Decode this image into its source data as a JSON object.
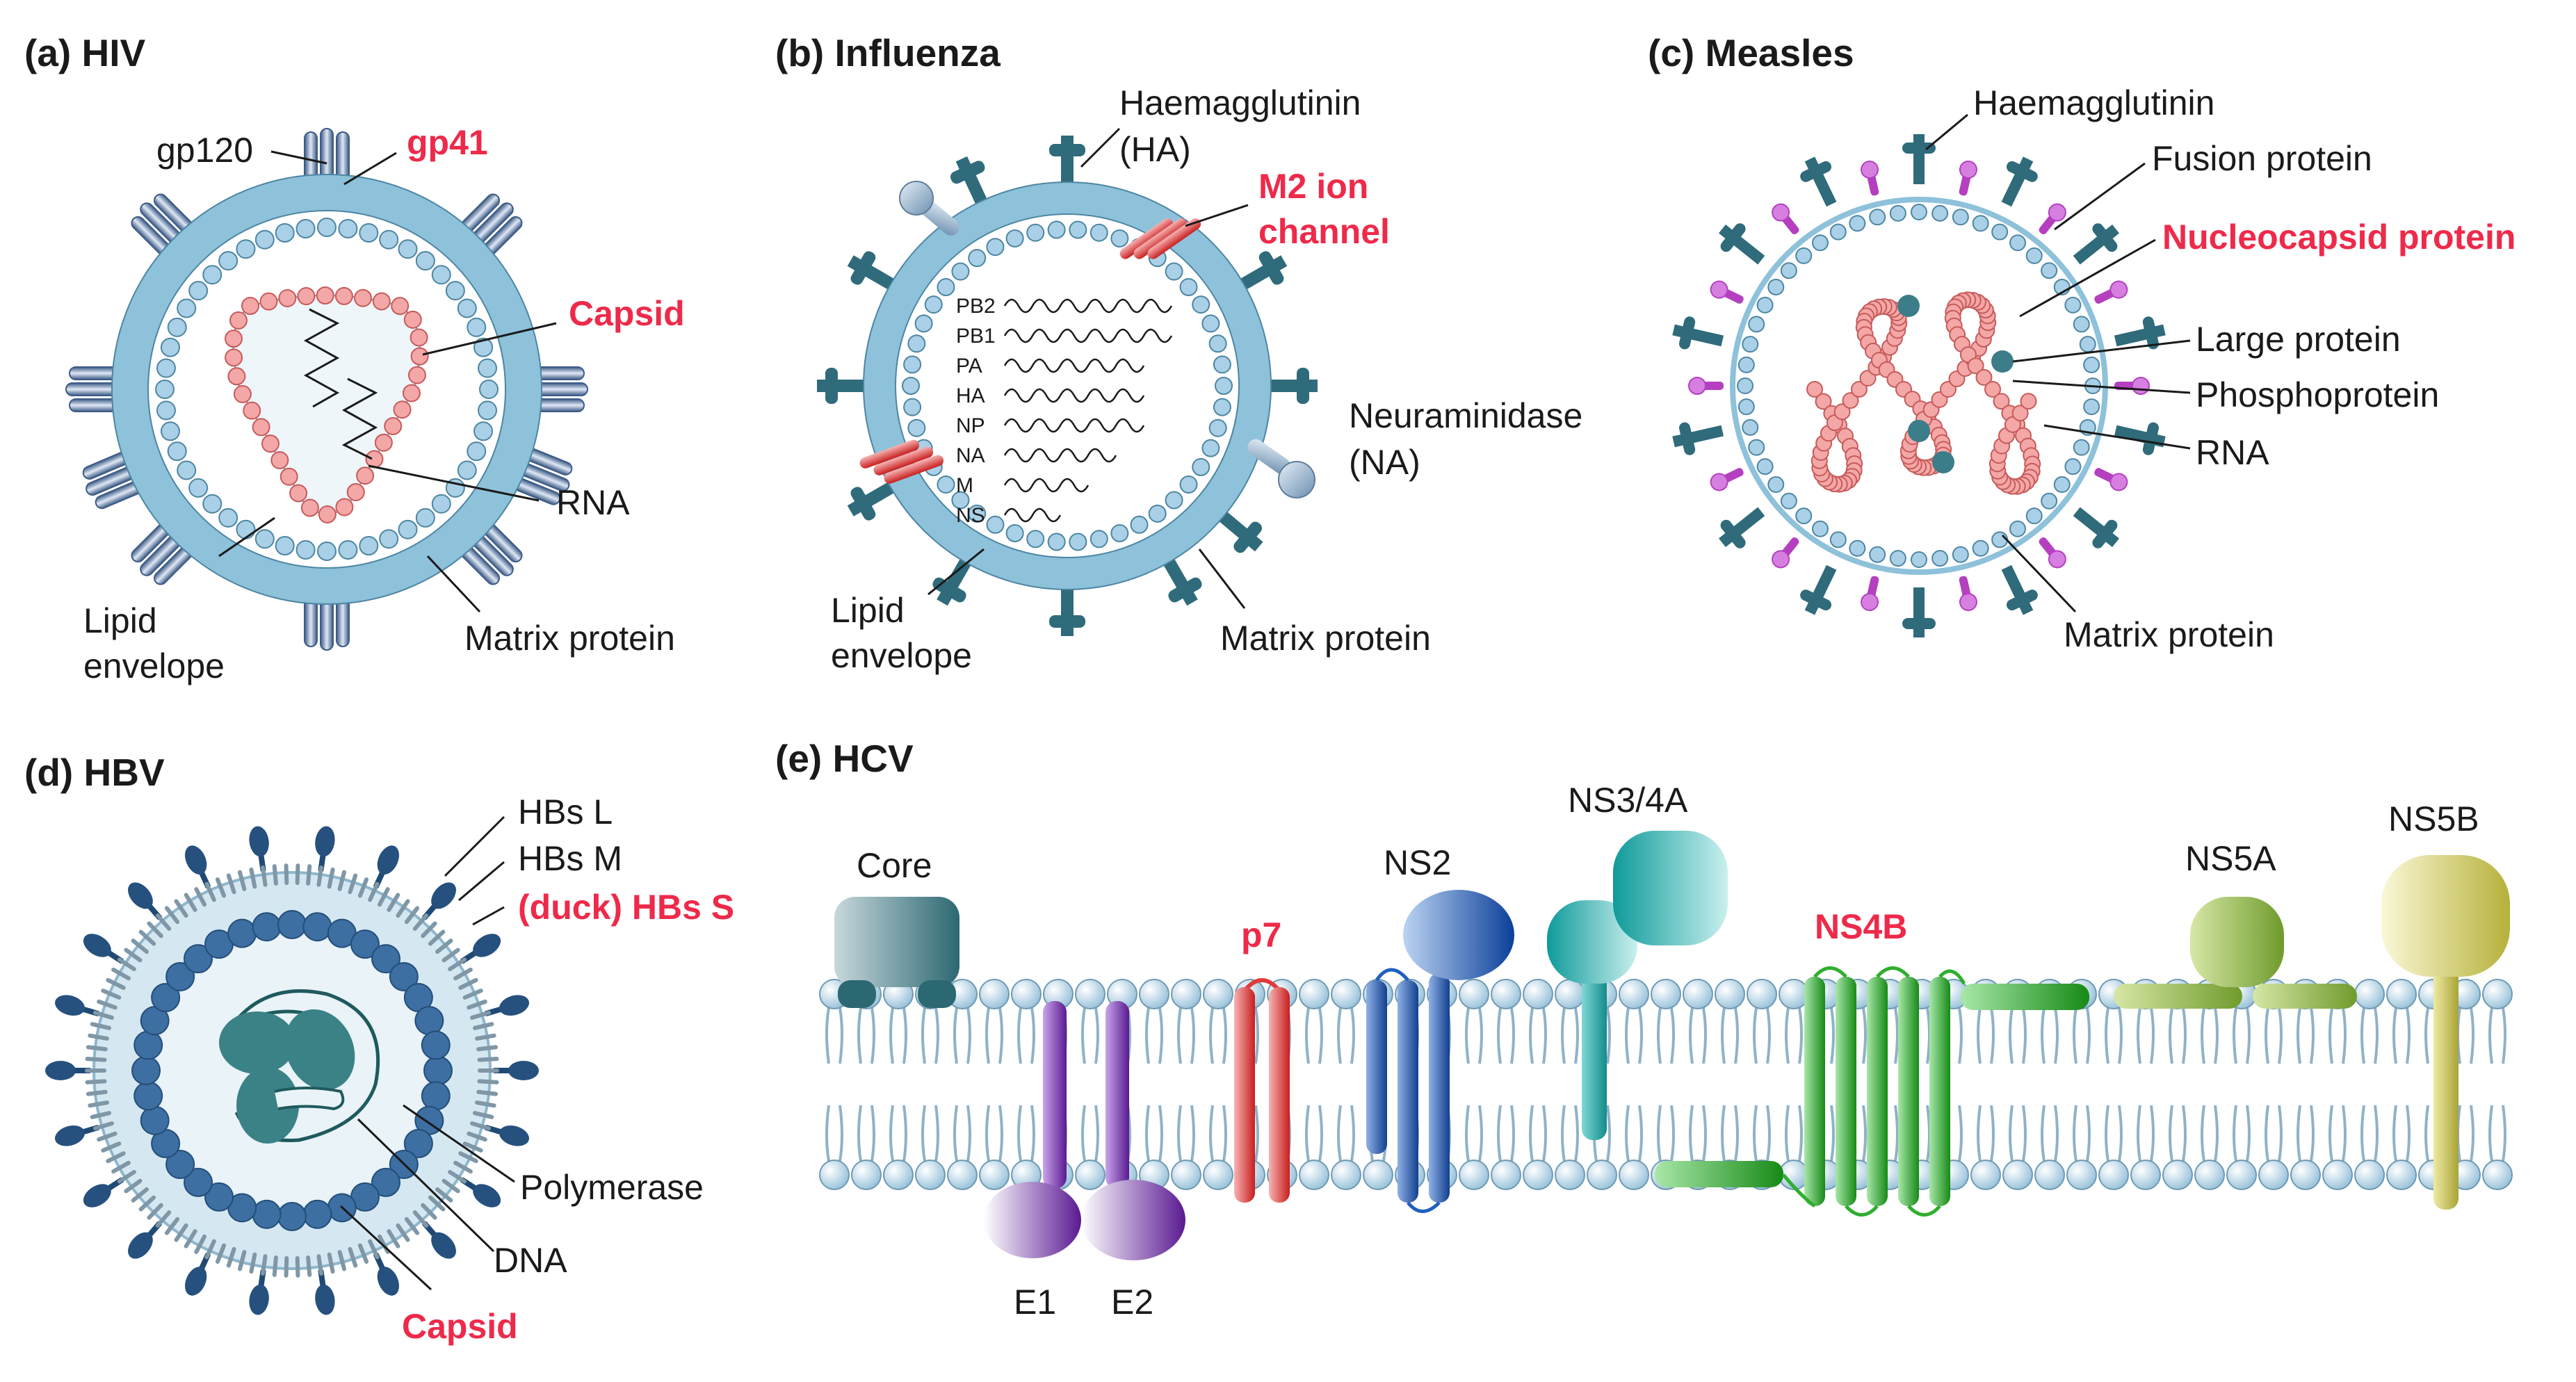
{
  "panels": {
    "a": {
      "title": "(a) HIV",
      "labels": {
        "gp120": "gp120",
        "gp41": "gp41",
        "capsid": "Capsid",
        "rna": "RNA",
        "lipid_envelope": [
          "Lipid",
          "envelope"
        ],
        "matrix": "Matrix protein"
      }
    },
    "b": {
      "title": "(b) Influenza",
      "labels": {
        "ha": [
          "Haemagglutinin",
          "(HA)"
        ],
        "m2": [
          "M2 ion",
          "channel"
        ],
        "na": [
          "Neuraminidase",
          "(NA)"
        ],
        "lipid_envelope": [
          "Lipid",
          "envelope"
        ],
        "matrix": "Matrix protein"
      },
      "segments": [
        "PB2",
        "PB1",
        "PA",
        "HA",
        "NP",
        "NA",
        "M",
        "NS"
      ]
    },
    "c": {
      "title": "(c) Measles",
      "labels": {
        "ha": "Haemagglutinin",
        "fusion": "Fusion protein",
        "nucleocapsid": "Nucleocapsid protein",
        "large": "Large protein",
        "phospho": "Phosphoprotein",
        "rna": "RNA",
        "matrix": "Matrix protein"
      }
    },
    "d": {
      "title": "(d) HBV",
      "labels": {
        "hbs_l": "HBs L",
        "hbs_m": "HBs M",
        "hbs_s": "(duck) HBs S",
        "polymerase": "Polymerase",
        "dna": "DNA",
        "capsid": "Capsid"
      }
    },
    "e": {
      "title": "(e) HCV",
      "labels": {
        "core": "Core",
        "p7": "p7",
        "ns2": "NS2",
        "ns34a": "NS3/4A",
        "ns4b": "NS4B",
        "ns5a": "NS5A",
        "ns5b": "NS5B",
        "e1": "E1",
        "e2": "E2"
      }
    }
  },
  "colors": {
    "highlight": "#ee2a4a",
    "envelope": "#8ec1da",
    "matrix_bead": "#a9d0e6",
    "capsid_bead": "#f4a7a7",
    "spike": "#2f6b7a",
    "fusion": "#b440c0",
    "e_proteins": "#6a2ca0",
    "p7": "#e23a3a",
    "ns2": "#1f5fbf",
    "ns34a": "#1fb2b0",
    "ns4b": "#2fae2f",
    "ns5a": "#8fb83a",
    "ns5b": "#c9c44a"
  }
}
